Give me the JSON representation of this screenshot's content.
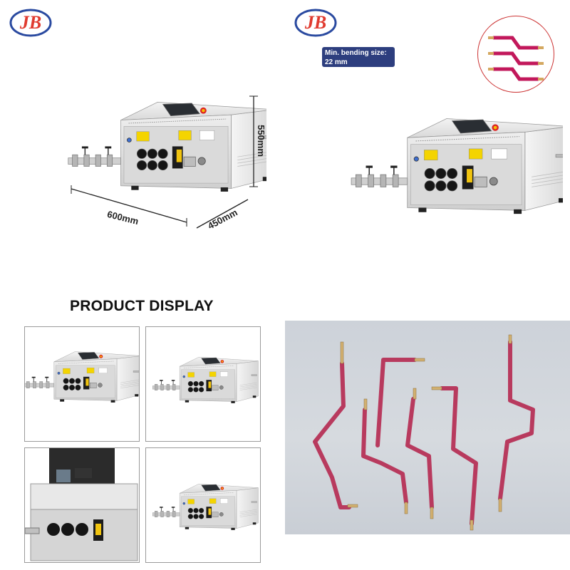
{
  "brand": {
    "logo_icon": "jb-logo-icon",
    "accent_red": "#e03a2f",
    "accent_blue": "#2a4aa0"
  },
  "hero_left": {
    "dimensions": {
      "width": "600mm",
      "depth": "450mm",
      "height": "550mm"
    }
  },
  "hero_right": {
    "badge_line1": "Min. bending size:",
    "badge_line2": "22 mm"
  },
  "gallery": {
    "title": "PRODUCT DISPLAY"
  }
}
